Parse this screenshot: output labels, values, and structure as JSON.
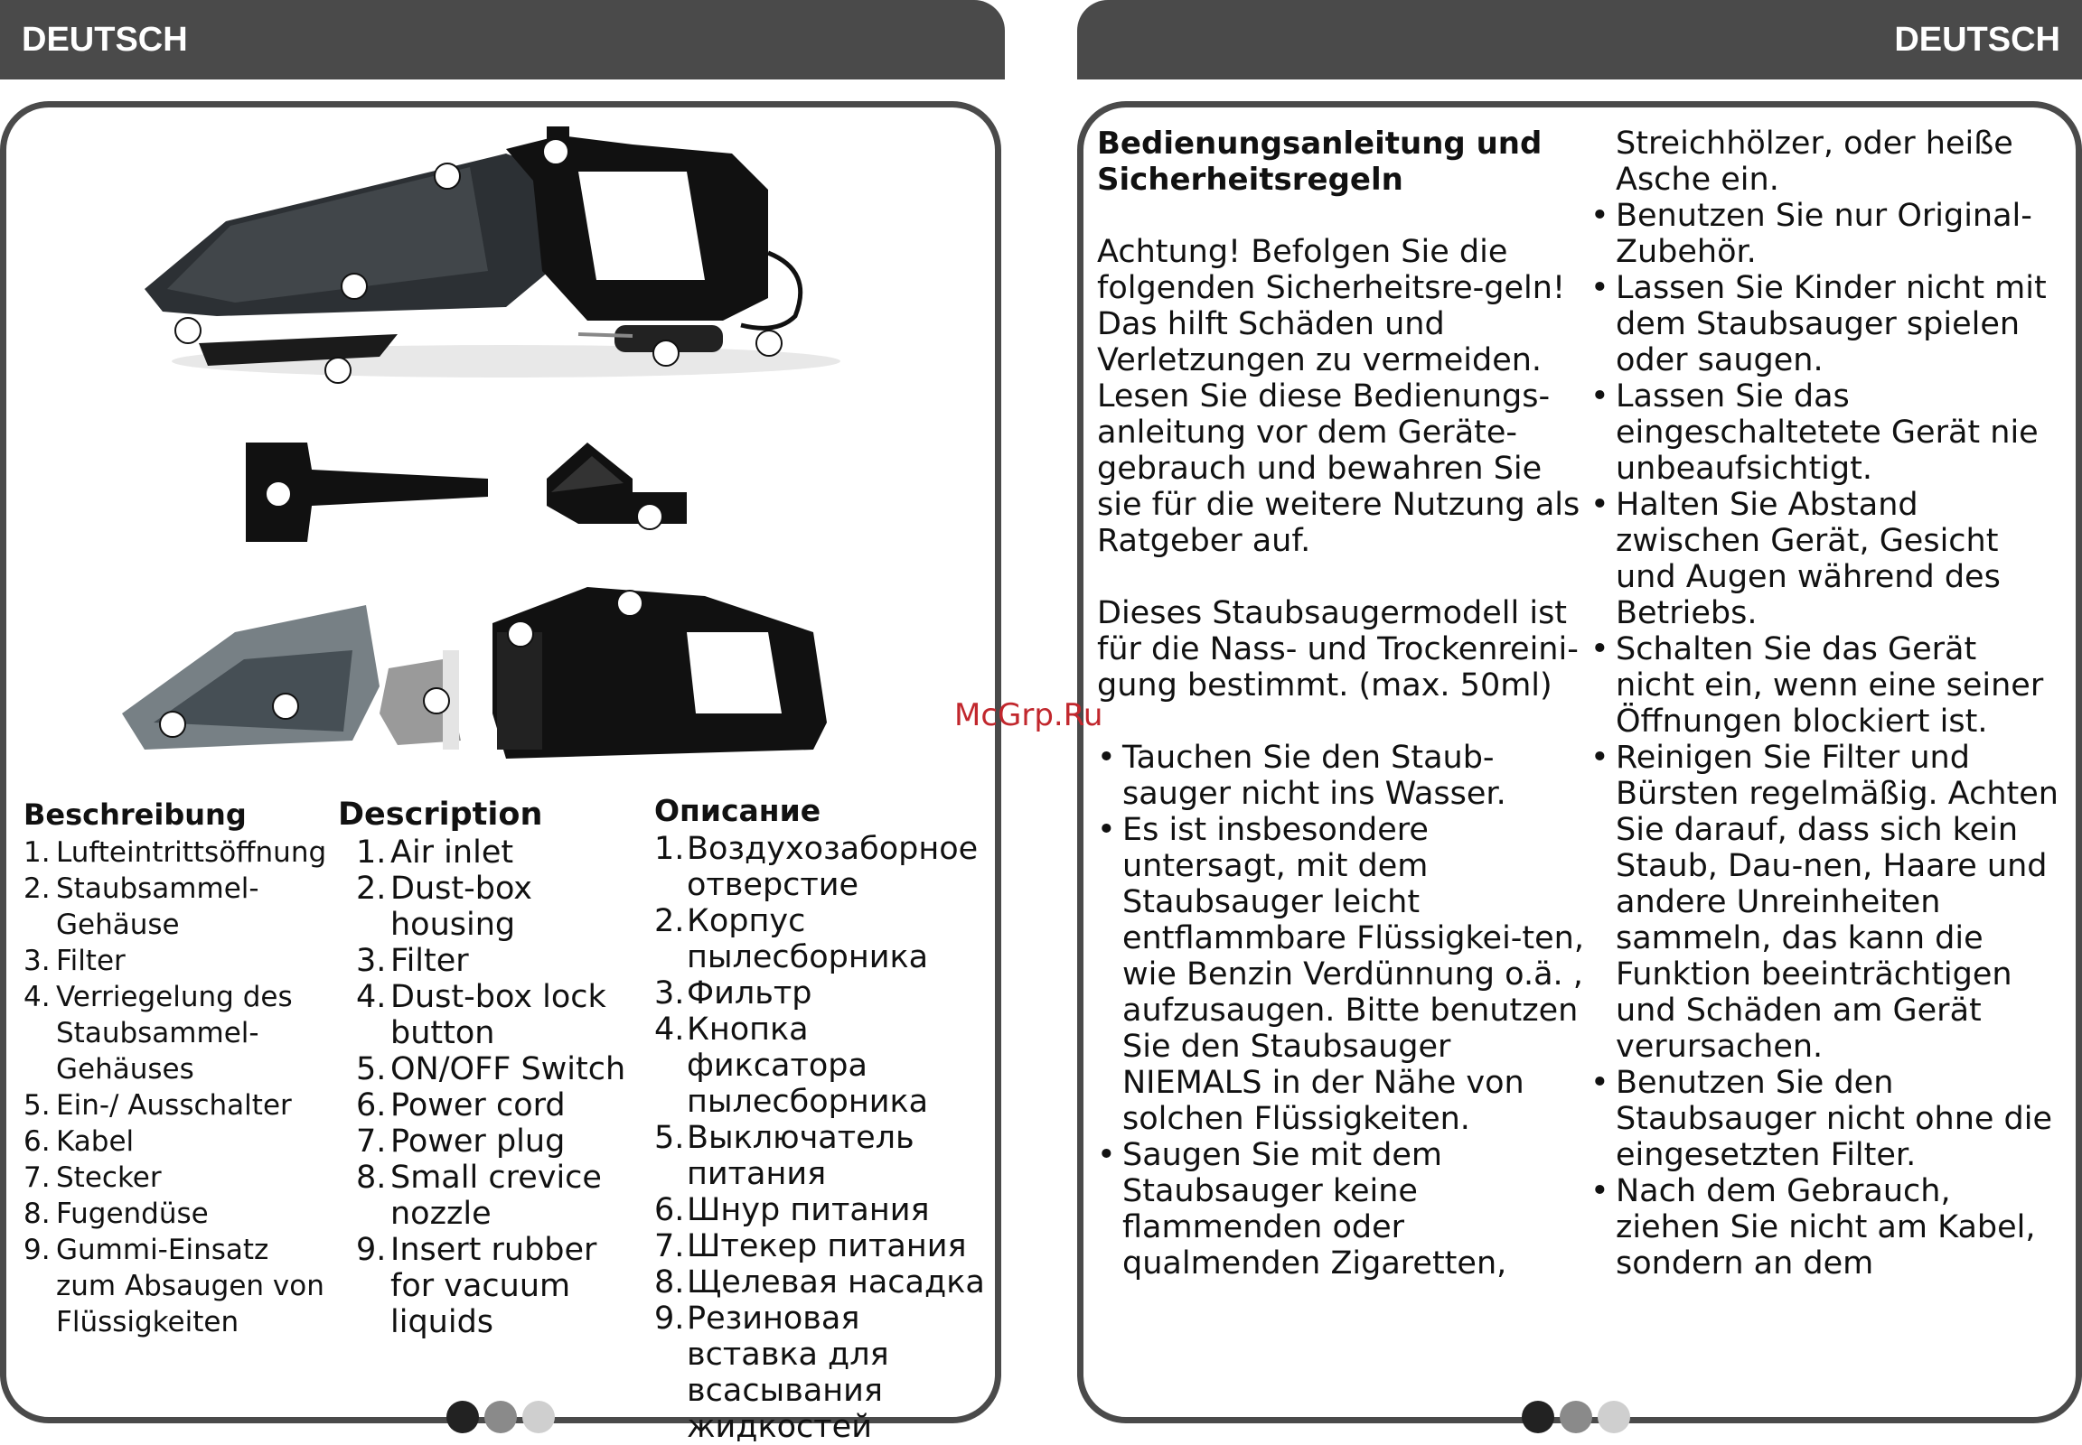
{
  "left_page": {
    "header": "DEUTSCH",
    "description_de": {
      "heading": "Beschreibung",
      "items": [
        {
          "num": "1.",
          "text": "Lufteintrittsöffnung"
        },
        {
          "num": "2.",
          "text": "Staubsammel-Gehäuse"
        },
        {
          "num": "3.",
          "text": "Filter"
        },
        {
          "num": "4.",
          "text": "Verriegelung des Staubsammel-Gehäuses"
        },
        {
          "num": "5.",
          "text": "Ein-/ Ausschalter"
        },
        {
          "num": "6.",
          "text": "Kabel"
        },
        {
          "num": "7.",
          "text": "Stecker"
        },
        {
          "num": "8.",
          "text": "Fugendüse"
        },
        {
          "num": "9.",
          "text": "Gummi-Einsatz zum Absaugen von Flüssigkeiten"
        }
      ]
    },
    "description_en": {
      "heading": "Description",
      "items": [
        {
          "num": "1.",
          "text": "Air inlet"
        },
        {
          "num": "2.",
          "text": "Dust-box housing"
        },
        {
          "num": "3.",
          "text": "Filter"
        },
        {
          "num": "4.",
          "text": "Dust-box lock button"
        },
        {
          "num": "5.",
          "text": "ON/OFF Switch"
        },
        {
          "num": "6.",
          "text": "Power cord"
        },
        {
          "num": "7.",
          "text": "Power plug"
        },
        {
          "num": "8.",
          "text": "Small crevice nozzle"
        },
        {
          "num": "9.",
          "text": "Insert rubber for vacuum liquids"
        }
      ]
    },
    "description_ru": {
      "heading": "Описание",
      "items": [
        {
          "num": "1.",
          "text": "Воздухозаборное отверстие"
        },
        {
          "num": "2.",
          "text": "Корпус пылесборника"
        },
        {
          "num": "3.",
          "text": "Фильтр"
        },
        {
          "num": "4.",
          "text": "Кнопка фиксатора пылесборника"
        },
        {
          "num": "5.",
          "text": "Выключатель питания"
        },
        {
          "num": "6.",
          "text": "Шнур питания"
        },
        {
          "num": "7.",
          "text": "Штекер питания"
        },
        {
          "num": "8.",
          "text": "Щелевая насадка"
        },
        {
          "num": "9.",
          "text": "Резиновая вставка для всасывания жидкостей"
        }
      ]
    }
  },
  "right_page": {
    "header": "DEUTSCH",
    "title": "Bedienungsanleitung und Sicherheitsregeln",
    "para1": "Achtung! Befolgen Sie die folgenden Sicherheitsre-geln! Das hilft Schäden und Verletzungen zu vermeiden. Lesen Sie diese Bedienungs-anleitung vor dem Geräte-gebrauch und bewahren Sie sie für die weitere Nutzung als Ratgeber auf.",
    "para2": "Dieses Staubsaugermodell ist für die Nass- und Trockenreini-gung bestimmt. (max. 50ml)",
    "bullets_left": [
      "Tauchen Sie den Staub-sauger nicht ins Wasser.",
      "Es ist insbesondere untersagt, mit dem Staubsauger leicht entflammbare Flüssigkei-ten, wie Benzin Verdünnung o.ä. , aufzusaugen. Bitte benutzen Sie den Staubsauger NIEMALS in der Nähe von solchen Flüssigkeiten.",
      "Saugen Sie mit dem Staubsauger keine flammenden oder qualmenden Zigaretten,"
    ],
    "continuation": "Streichhölzer, oder heiße Asche ein.",
    "bullets_right": [
      "Benutzen Sie nur Original-Zubehör.",
      "Lassen Sie Kinder nicht mit dem Staubsauger spielen oder saugen.",
      "Lassen Sie das eingeschaltetete Gerät nie unbeaufsichtigt.",
      "Halten Sie Abstand zwischen Gerät, Gesicht und Augen während des Betriebs.",
      "Schalten Sie das Gerät nicht ein, wenn eine seiner Öffnungen blockiert ist.",
      "Reinigen Sie Filter und Bürsten regelmäßig. Achten Sie darauf, dass sich kein Staub, Dau-nen, Haare und andere Unreinheiten sammeln, das kann die Funktion beeinträchtigen und Schäden am Gerät verursachen.",
      "Benutzen Sie den Staubsauger nicht ohne die eingesetzten Filter.",
      "Nach dem Gebrauch, ziehen Sie nicht am Kabel, sondern an dem"
    ],
    "bullet_char": "•"
  },
  "watermark": "McGrp.Ru",
  "colors": {
    "header_bg": "#4a4a4a",
    "frame": "#4a4a4a",
    "dot_dark": "#222222",
    "dot_mid": "#8a8a8a",
    "dot_light": "#cfcfcf",
    "watermark": "#c1272d"
  }
}
